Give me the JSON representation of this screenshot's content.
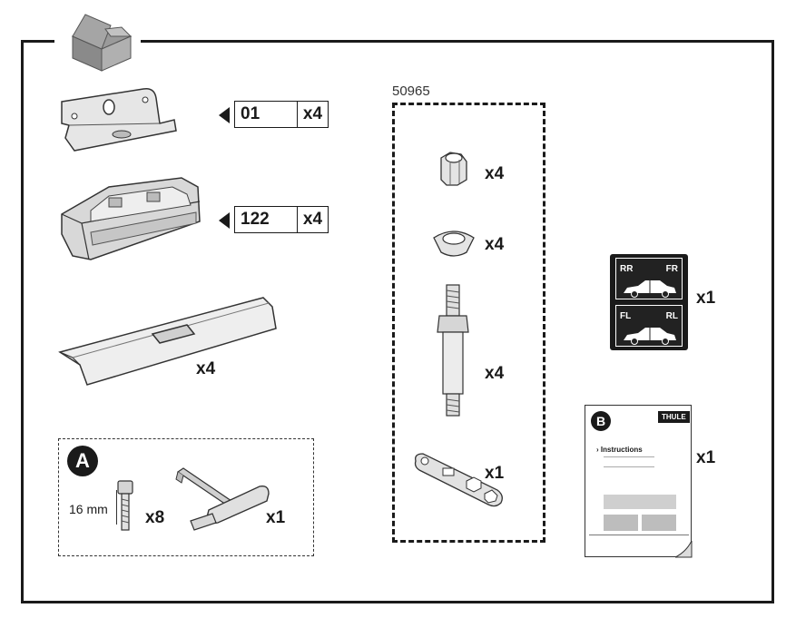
{
  "parts": {
    "foot_pad": {
      "code": "01",
      "qty": "x4"
    },
    "foot": {
      "code": "122",
      "qty": "x4"
    },
    "cover_plate": {
      "qty": "x4"
    }
  },
  "kit_a": {
    "badge": "A",
    "bolt_length": "16 mm",
    "bolt_qty": "x8",
    "wrench_qty": "x1"
  },
  "kit_50965": {
    "title": "50965",
    "nut_qty": "x4",
    "washer_qty": "x4",
    "stud_qty": "x4",
    "tool_qty": "x1"
  },
  "stickers": {
    "qty": "x1",
    "top_left": "RR",
    "top_right": "FR",
    "bottom_left": "FL",
    "bottom_right": "RL"
  },
  "instructions": {
    "badge": "B",
    "brand": "THULE",
    "heading": "Instructions",
    "qty": "x1"
  }
}
